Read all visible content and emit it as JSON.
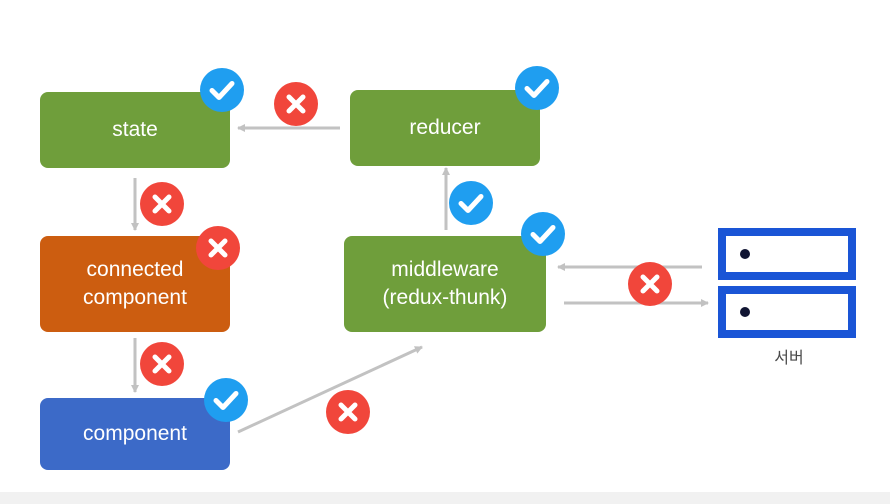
{
  "nodes": {
    "state": "state",
    "reducer": "reducer",
    "connected_component": "connected\ncomponent",
    "middleware": "middleware\n(redux-thunk)",
    "component": "component"
  },
  "server": {
    "label": "서버"
  },
  "colors": {
    "node_green": "#6f9e3b",
    "node_orange": "#cc5d10",
    "node_blue": "#3c6ac8",
    "check_badge": "#1f9ef0",
    "cross_badge": "#f1463b",
    "arrow": "#c2c2c2",
    "server_border": "#1a55d6"
  },
  "icons": {
    "check": "check-icon",
    "cross": "cross-icon",
    "server": "server-rack-icon"
  }
}
